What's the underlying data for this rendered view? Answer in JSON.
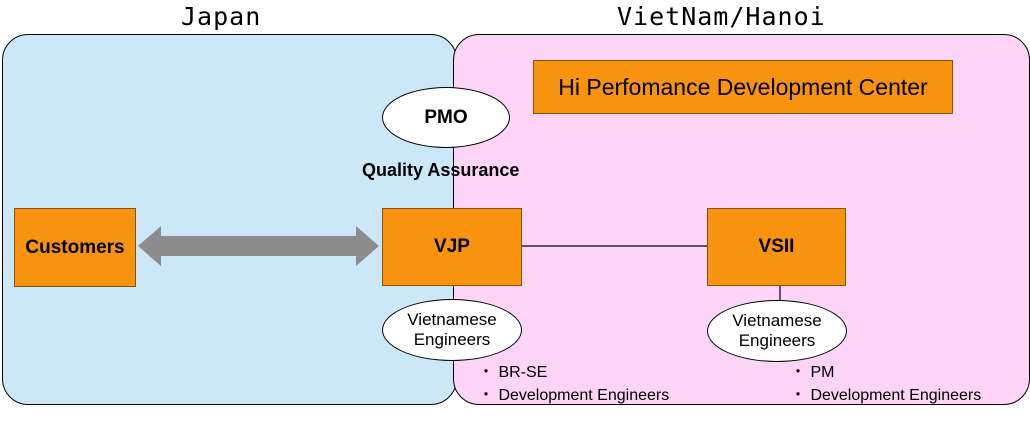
{
  "regions": {
    "japan": {
      "title": "Japan"
    },
    "vietnam": {
      "title": "VietNam/Hanoi"
    }
  },
  "center_banner": "Hi Perfomance Development Center",
  "pmo": "PMO",
  "quality_assurance": "Quality Assurance",
  "nodes": {
    "customers": "Customers",
    "vjp": "VJP",
    "vsii": "VSII"
  },
  "engineer_ovals": {
    "vjp": {
      "line1": "Vietnamese",
      "line2": "Engineers"
    },
    "vsii": {
      "line1": "Vietnamese",
      "line2": "Engineers"
    }
  },
  "roles": {
    "vjp": [
      "・ BR-SE",
      "・ Development Engineers"
    ],
    "vsii": [
      "・ PM",
      "・ Development Engineers"
    ]
  },
  "colors": {
    "japan_bg": "#cce8f8",
    "vietnam_bg": "#fdd3f6",
    "box_orange": "#f7930e",
    "arrow_gray": "#8c8c8c"
  }
}
